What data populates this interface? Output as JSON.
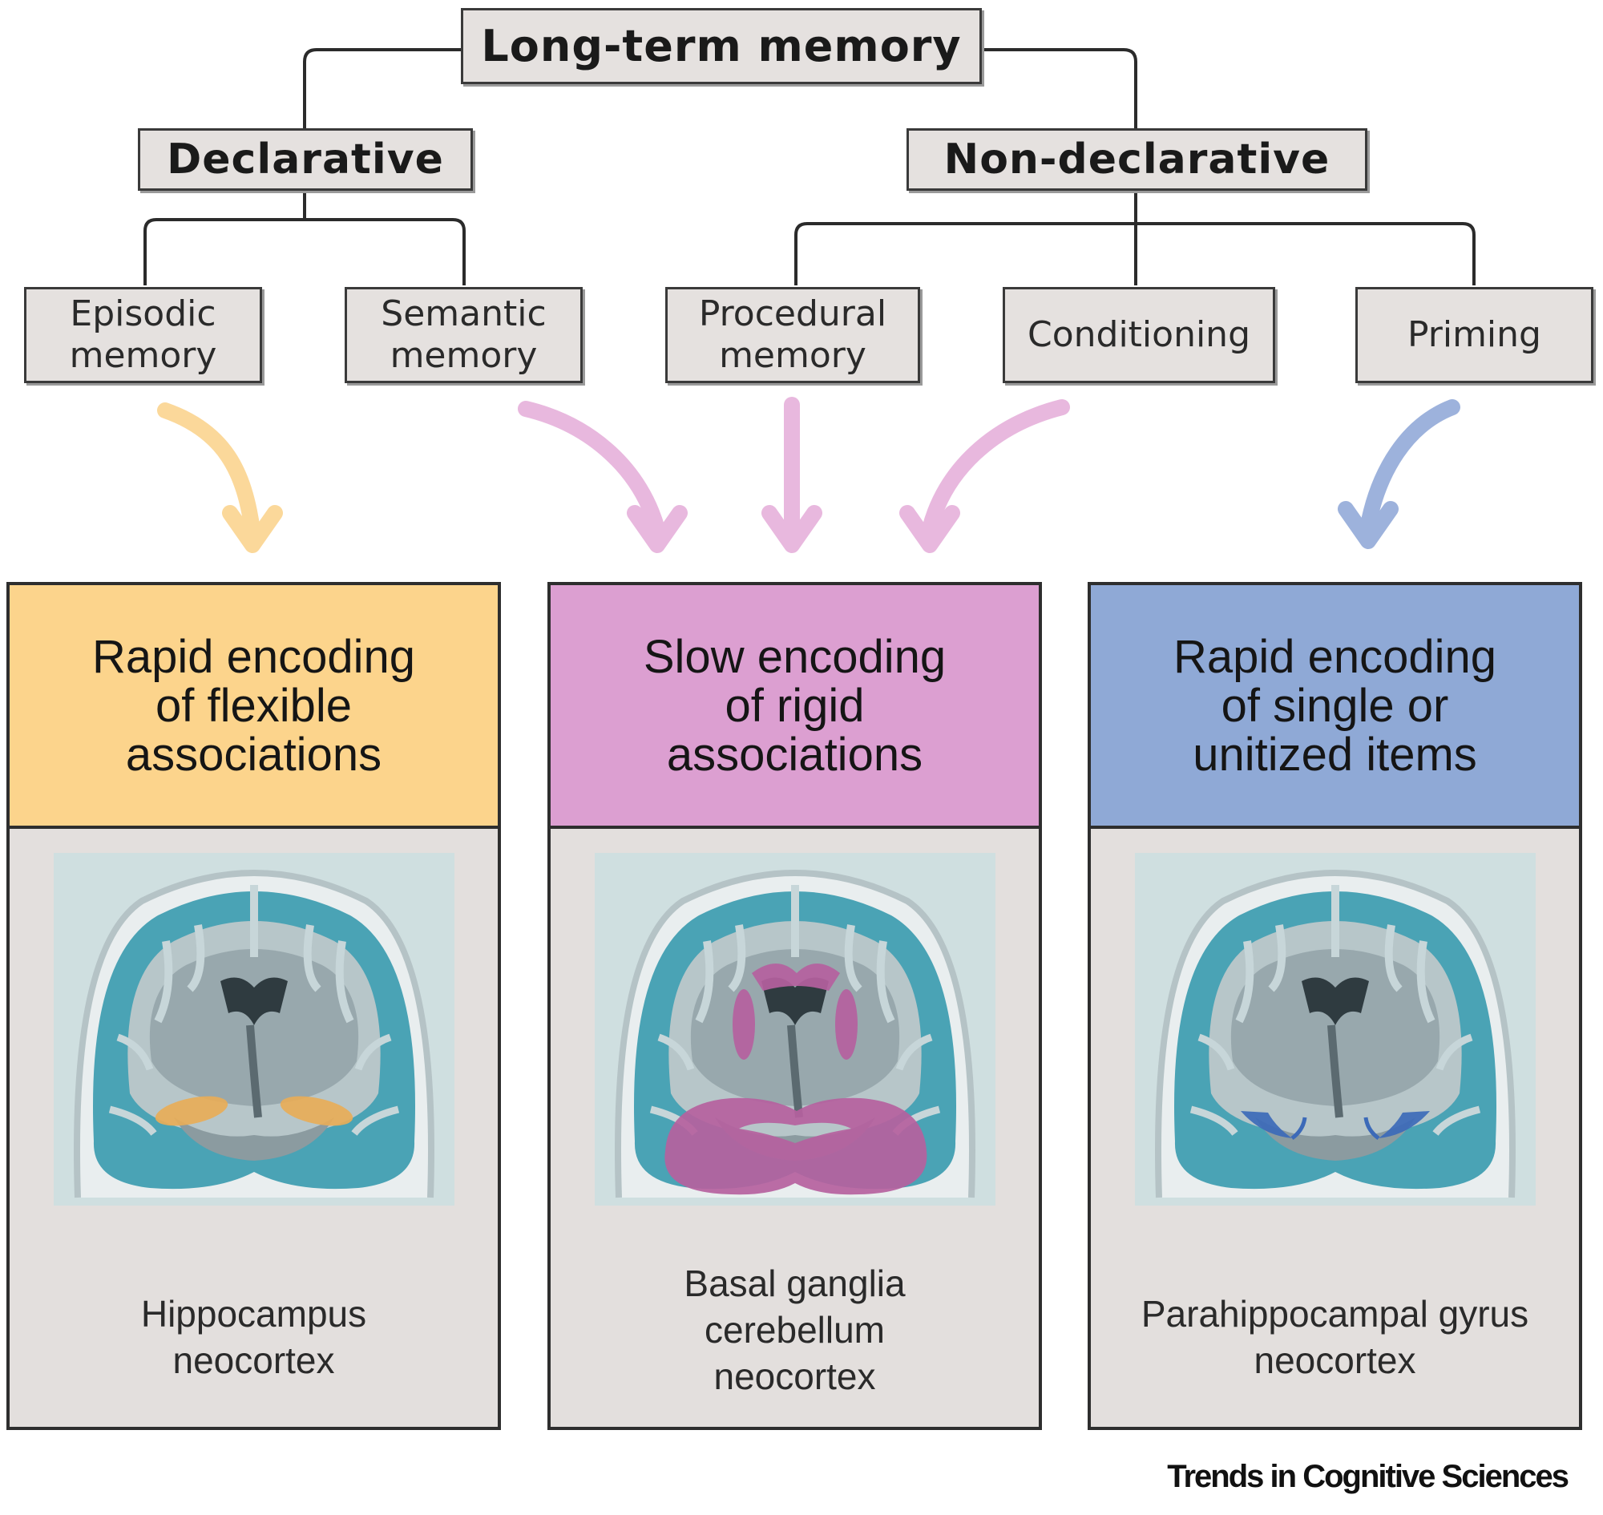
{
  "root": {
    "label": "Long-term memory"
  },
  "categories": {
    "declarative": "Declarative",
    "non_declarative": "Non-declarative"
  },
  "memory_types": {
    "episodic": "Episodic\nmemory",
    "semantic": "Semantic\nmemory",
    "procedural": "Procedural\nmemory",
    "conditioning": "Conditioning",
    "priming": "Priming"
  },
  "panels": [
    {
      "heading": "Rapid encoding\nof  flexible\nassociations",
      "regions": "Hippocampus\nneocortex",
      "highlight": "hippocampus",
      "color": "#fcd48c",
      "mark_color": "#e7ad58"
    },
    {
      "heading": "Slow encoding\nof  rigid\nassociations",
      "regions": "Basal ganglia\ncerebellum\nneocortex",
      "highlight": "basal-ganglia-cerebellum",
      "color": "#dc9fd1",
      "mark_color": "#b5619e"
    },
    {
      "heading": "Rapid encoding\nof  single or\nunitized items",
      "regions": "Parahippocampal gyrus\nneocortex",
      "highlight": "parahippocampal-gyrus",
      "color": "#8fa9d6",
      "mark_color": "#3c6ab8"
    }
  ],
  "arrow_colors": {
    "declarative_episodic": "#fbd89a",
    "non_declarative": "#e8b8de",
    "priming": "#9db2dc"
  },
  "credit": "Trends in Cognitive Sciences"
}
